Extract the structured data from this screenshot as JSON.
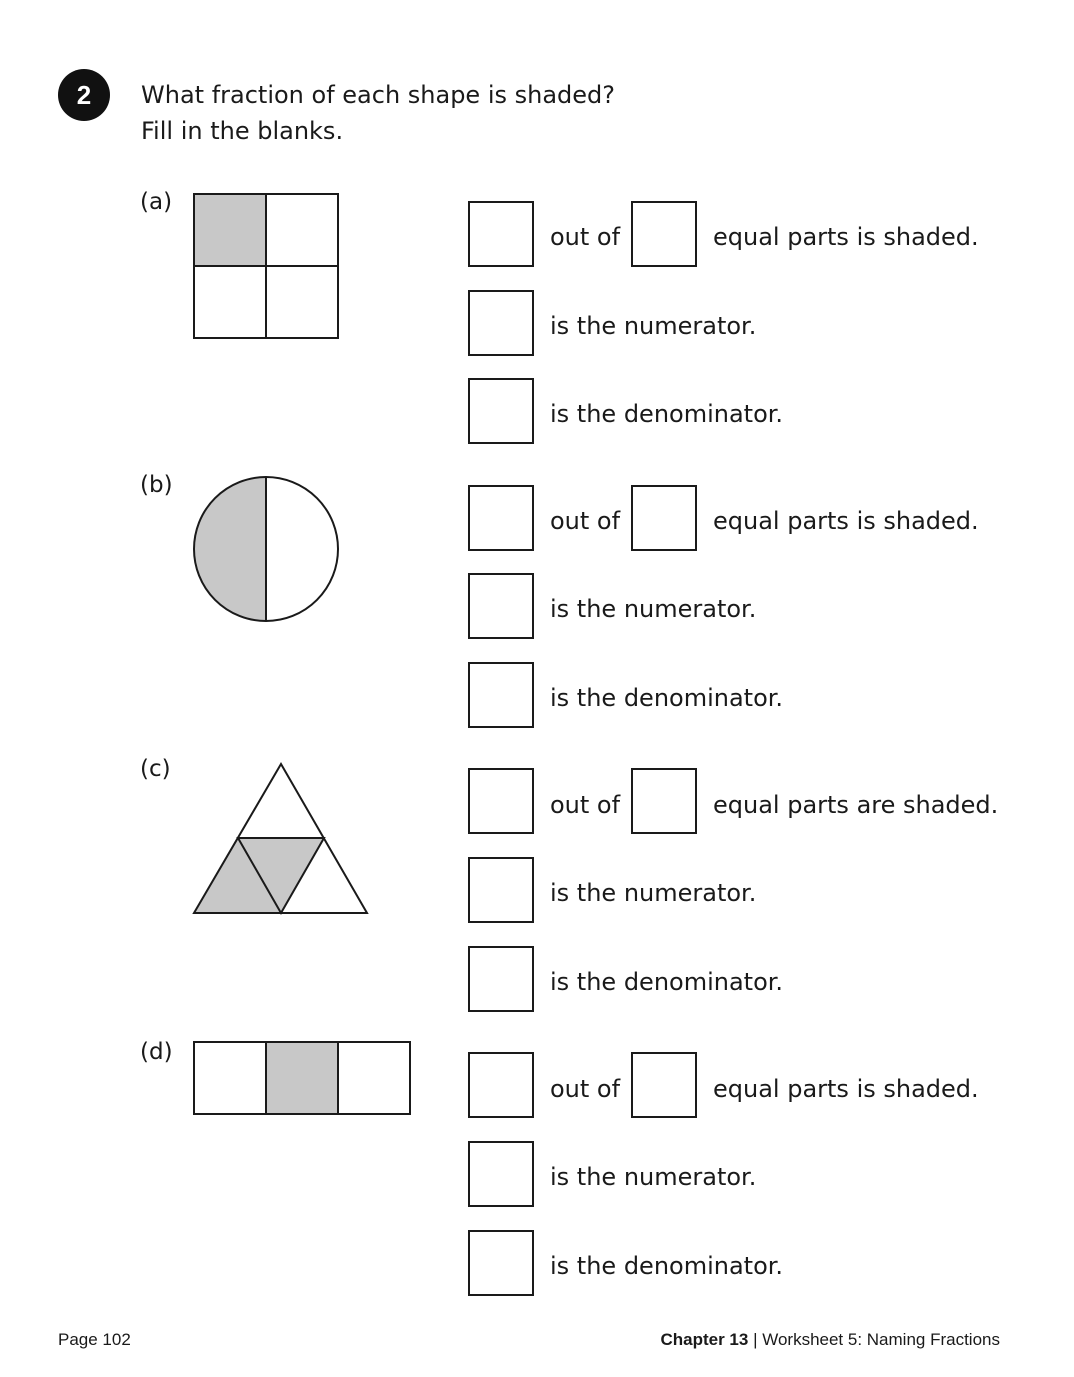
{
  "question": {
    "number": "2",
    "line1": "What fraction of each shape is shaded?",
    "line2": "Fill in the blanks."
  },
  "parts": [
    {
      "label": "(a)",
      "shape": "square-4",
      "total_parts": 4,
      "shaded_parts": 1,
      "row1": {
        "out_of": "out of",
        "ending": "equal parts is shaded."
      },
      "row2": "is the numerator.",
      "row3": "is the denominator."
    },
    {
      "label": "(b)",
      "shape": "circle-2",
      "total_parts": 2,
      "shaded_parts": 1,
      "row1": {
        "out_of": "out of",
        "ending": "equal parts is shaded."
      },
      "row2": "is the numerator.",
      "row3": "is the denominator."
    },
    {
      "label": "(c)",
      "shape": "triangle-4",
      "total_parts": 4,
      "shaded_parts": 2,
      "row1": {
        "out_of": "out of",
        "ending": "equal parts are shaded."
      },
      "row2": "is the numerator.",
      "row3": "is the denominator."
    },
    {
      "label": "(d)",
      "shape": "rectangle-3",
      "total_parts": 3,
      "shaded_parts": 1,
      "row1": {
        "out_of": "out of",
        "ending": "equal parts is shaded."
      },
      "row2": "is the numerator.",
      "row3": "is the denominator."
    }
  ],
  "colors": {
    "shade": "#c8c8c8",
    "stroke": "#1a1a1a"
  },
  "footer": {
    "page": "Page 102",
    "chapter": "Chapter 13",
    "separator": "|",
    "worksheet": "Worksheet 5: Naming Fractions"
  }
}
